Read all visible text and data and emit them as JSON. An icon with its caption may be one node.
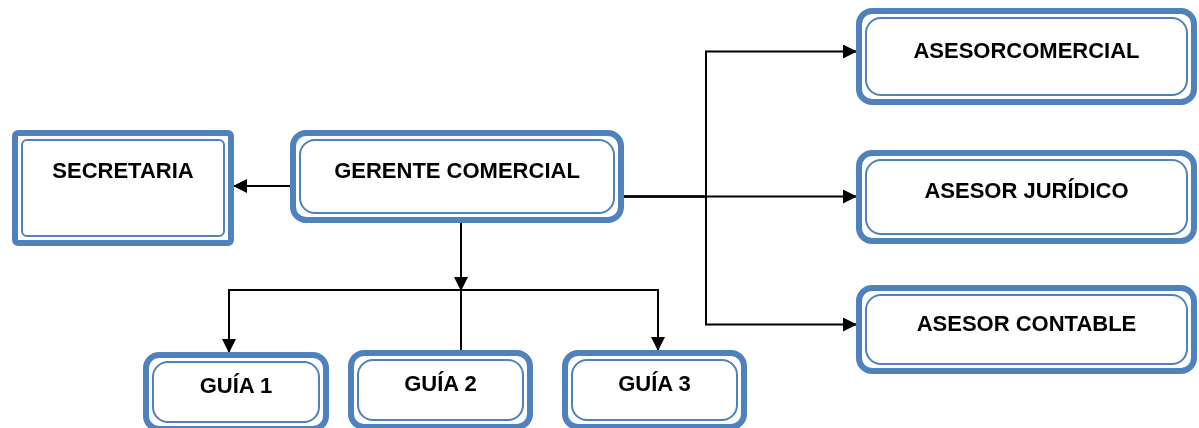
{
  "diagram": {
    "nodes": [
      {
        "text": [
          "SECRETARIA"
        ]
      },
      {
        "text": [
          "GERENTE COMERCIAL"
        ]
      },
      {
        "text": [
          "ASESORCOMERCIAL"
        ]
      },
      {
        "text": [
          "ASESOR JURÍDICO"
        ]
      },
      {
        "text": [
          "ASESOR CONTABLE"
        ]
      },
      {
        "text": [
          "GUÍA 1"
        ]
      },
      {
        "text": [
          "GUÍA 2"
        ]
      },
      {
        "text": [
          "GUÍA 3"
        ]
      }
    ],
    "edges": [
      {
        "from": 1,
        "to": 0,
        "arrow": "to"
      },
      {
        "from": 1,
        "to": 2,
        "arrow": "to"
      },
      {
        "from": 1,
        "to": 3,
        "arrow": "to"
      },
      {
        "from": 1,
        "to": 4,
        "arrow": "to"
      },
      {
        "from": 1,
        "to": 5,
        "arrow": "to"
      },
      {
        "from": 1,
        "to": 6,
        "arrow": "none"
      },
      {
        "from": 1,
        "to": 7,
        "arrow": "to"
      }
    ]
  }
}
